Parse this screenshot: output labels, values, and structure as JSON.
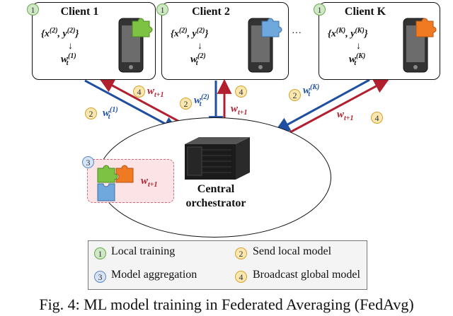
{
  "clients": [
    {
      "title": "Client 1",
      "step": "1",
      "data_base": "{x",
      "data_sup": "(2)",
      "data_mid": ", y",
      "data_sup2": "(2)",
      "data_end": "}",
      "w_base": "w",
      "w_sup": "(1)",
      "w_sub": "t",
      "puzzle_color": "#7dc242"
    },
    {
      "title": "Client 2",
      "step": "1",
      "data_base": "{x",
      "data_sup": "(2)",
      "data_mid": ", y",
      "data_sup2": "(2)",
      "data_end": "}",
      "w_base": "w",
      "w_sup": "(2)",
      "w_sub": "t",
      "puzzle_color": "#6fa8dc"
    },
    {
      "title": "Client K",
      "step": "1",
      "data_base": "{x",
      "data_sup": "(K)",
      "data_mid": ", y",
      "data_sup2": "(K)",
      "data_end": "}",
      "w_base": "w",
      "w_sup": "(K)",
      "w_sub": "t",
      "puzzle_color": "#f07a22"
    }
  ],
  "ellipsis": "···",
  "arrows": {
    "send_1": {
      "step": "2",
      "base": "w",
      "sup": "(1)",
      "sub": "t"
    },
    "bcast_1": {
      "step": "4",
      "base": "w",
      "sub": "t+1"
    },
    "send_2": {
      "step": "2",
      "base": "w",
      "sup": "(2)",
      "sub": "t"
    },
    "bcast_2": {
      "step": "4",
      "base": "w",
      "sub": "t+1"
    },
    "send_k": {
      "step": "2",
      "base": "w",
      "sup": "(K)",
      "sub": "t"
    },
    "bcast_k": {
      "step": "4",
      "base": "w",
      "sub": "t+1"
    }
  },
  "aggregation": {
    "step": "3",
    "base": "w",
    "sub": "t+1"
  },
  "central": {
    "line1": "Central",
    "line2": "orchestrator"
  },
  "legend": [
    {
      "num": "1",
      "label": "Local training"
    },
    {
      "num": "2",
      "label": "Send local model"
    },
    {
      "num": "3",
      "label": "Model aggregation"
    },
    {
      "num": "4",
      "label": "Broadcast global model"
    }
  ],
  "caption": "Fig. 4: ML model training in Federated Averaging (FedAvg)",
  "colors": {
    "send": "#1f4fa0",
    "broadcast": "#b22030",
    "green": "#7dc242",
    "orange": "#f07a22",
    "blue": "#6fa8dc"
  }
}
